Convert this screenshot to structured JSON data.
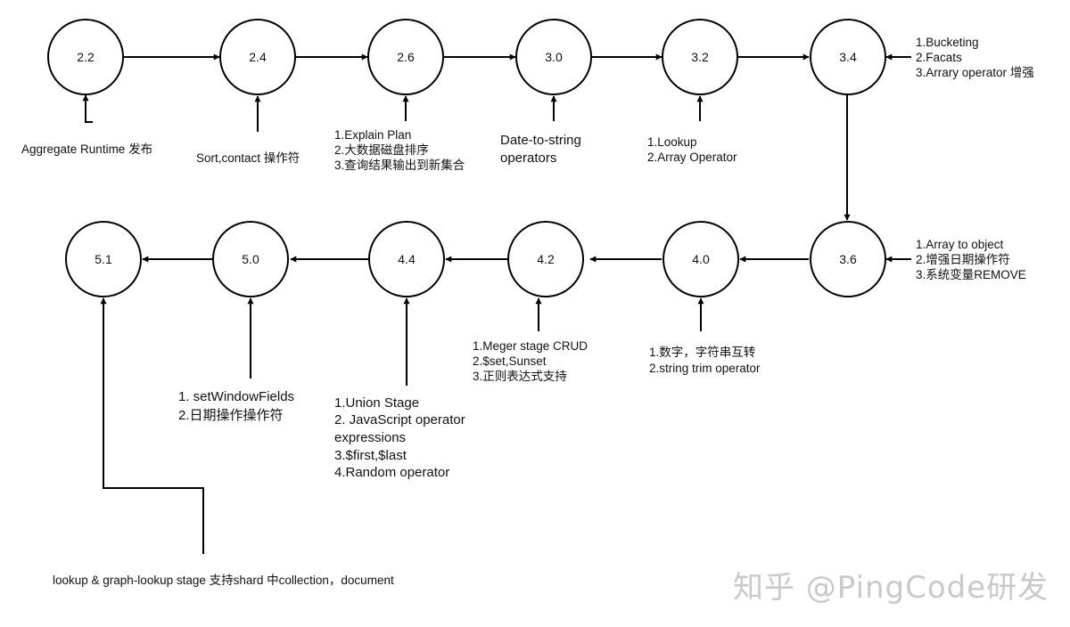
{
  "nodes": [
    {
      "id": "n22",
      "label": "2.2"
    },
    {
      "id": "n24",
      "label": "2.4"
    },
    {
      "id": "n26",
      "label": "2.6"
    },
    {
      "id": "n30",
      "label": "3.0"
    },
    {
      "id": "n32",
      "label": "3.2"
    },
    {
      "id": "n34",
      "label": "3.4"
    },
    {
      "id": "n36",
      "label": "3.6"
    },
    {
      "id": "n40",
      "label": "4.0"
    },
    {
      "id": "n42",
      "label": "4.2"
    },
    {
      "id": "n44",
      "label": "4.4"
    },
    {
      "id": "n50",
      "label": "5.0"
    },
    {
      "id": "n51",
      "label": "5.1"
    }
  ],
  "notes": {
    "n22": [
      "Aggregate Runtime 发布"
    ],
    "n24": [
      "Sort,contact 操作符"
    ],
    "n26": [
      "1.Explain Plan",
      "2.大数据磁盘排序",
      "3.查询结果输出到新集合"
    ],
    "n30": [
      "Date-to-string",
      "operators"
    ],
    "n32": [
      "1.Lookup",
      "2.Array Operator"
    ],
    "n34": [
      "1.Bucketing",
      "2.Facats",
      "3.Arrary operator 增强"
    ],
    "n36": [
      "1.Array to object",
      "2.增强日期操作符",
      "3.系统变量REMOVE"
    ],
    "n40": [
      "1.数字，字符串互转",
      "2.string trim operator"
    ],
    "n42": [
      "1.Meger stage CRUD",
      "2.$set,Sunset",
      "3.正则表达式支持"
    ],
    "n44": [
      "1.Union Stage",
      "2. JavaScript operator",
      "expressions",
      "3.$first,$last",
      "4.Random operator"
    ],
    "n50": [
      "1. setWindowFields",
      "2.日期操作操作符"
    ],
    "n51": [
      "lookup & graph-lookup stage 支持shard 中collection，document"
    ]
  },
  "watermark": "知乎 @PingCode研发"
}
